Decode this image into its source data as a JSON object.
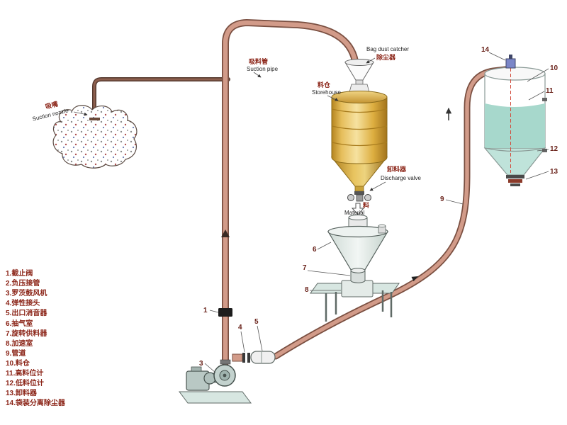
{
  "colors": {
    "pipe": "#d29b89",
    "pipe_edge": "#7a4f41",
    "suction_pipe": "#8d5f4e",
    "suction_pipe_edge": "#54382e",
    "tank_liquid": "#a7d8cc",
    "tank_cone": "#bfe3da",
    "label_red": "#8b2417",
    "callout_red": "#6b241c",
    "silo_gold": "#e3b455"
  },
  "labels": {
    "suction_nozzle_cn": "吸嘴",
    "suction_nozzle_en": "Suction nozzle",
    "suction_pipe_cn": "吸料管",
    "suction_pipe_en": "Suction pipe",
    "dust_catcher_en": "Bag dust catcher",
    "dust_catcher_cn": "除尘器",
    "storehouse_cn": "料仓",
    "storehouse_en": "Storehouse",
    "discharge_valve_cn": "卸料器",
    "discharge_valve_en": "Discharge valve",
    "material_cn": "料",
    "material_en": "Material"
  },
  "callouts": {
    "n1": "1",
    "n3": "3",
    "n4": "4",
    "n5": "5",
    "n6": "6",
    "n7": "7",
    "n8": "8",
    "n9": "9",
    "n10": "10",
    "n11": "11",
    "n12": "12",
    "n13": "13",
    "n14": "14"
  },
  "legend": {
    "items": [
      "1.截止阀",
      "2.负压接管",
      "3.罗茨鼓风机",
      "4.弹性接头",
      "5.出口消音器",
      "6.抽气室",
      "7.旋转供料器",
      "8.加速室",
      "9.管道",
      "10.料仓",
      "11.高料位计",
      "12.低料位计",
      "13.卸料器",
      "14.袋装分离除尘器"
    ]
  }
}
